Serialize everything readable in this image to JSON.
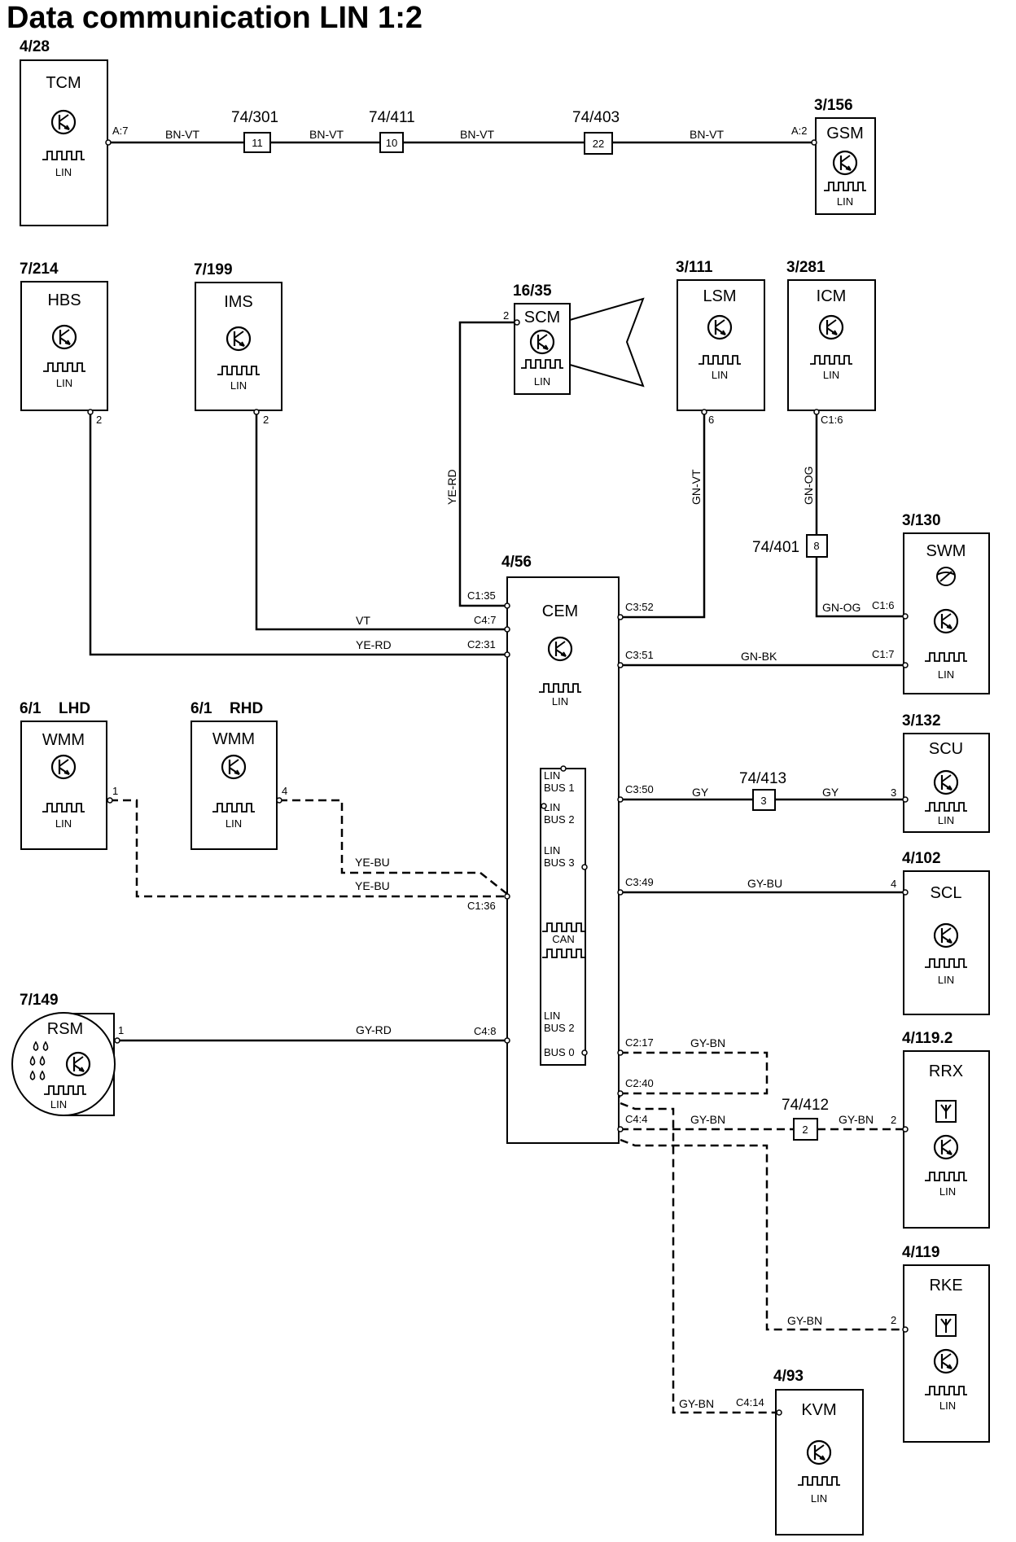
{
  "title": "Data communication LIN 1:2",
  "icons": {
    "ecu": "transistor-symbol-icon",
    "signal": "pulse-train-icon",
    "antenna": "antenna-icon",
    "steering": "steering-wheel-icon",
    "rain": "rain-drops-icon",
    "horn": "horn-icon"
  },
  "modules": {
    "tcm": {
      "ref": "4/28",
      "name": "TCM",
      "sig": "LIN",
      "pin": "A:7"
    },
    "gsm": {
      "ref": "3/156",
      "name": "GSM",
      "sig": "LIN",
      "pin": "A:2"
    },
    "hbs": {
      "ref": "7/214",
      "name": "HBS",
      "sig": "LIN",
      "pin": "2"
    },
    "ims": {
      "ref": "7/199",
      "name": "IMS",
      "sig": "LIN",
      "pin": "2"
    },
    "scm": {
      "ref": "16/35",
      "name": "SCM",
      "sig": "LIN",
      "pin": "2"
    },
    "lsm": {
      "ref": "3/111",
      "name": "LSM",
      "sig": "LIN",
      "pin": "6"
    },
    "icm": {
      "ref": "3/281",
      "name": "ICM",
      "sig": "LIN",
      "pin": "C1:6"
    },
    "swm": {
      "ref": "3/130",
      "name": "SWM",
      "sig": "LIN",
      "pin1": "C1:6",
      "pin2": "C1:7"
    },
    "cem": {
      "ref": "4/56",
      "name": "CEM",
      "sig": "LIN"
    },
    "wmm_lhd": {
      "ref": "6/1",
      "side": "LHD",
      "name": "WMM",
      "sig": "LIN",
      "pin": "1"
    },
    "wmm_rhd": {
      "ref": "6/1",
      "side": "RHD",
      "name": "WMM",
      "sig": "LIN",
      "pin": "4"
    },
    "scu": {
      "ref": "3/132",
      "name": "SCU",
      "sig": "LIN",
      "pin": "3"
    },
    "scl": {
      "ref": "4/102",
      "name": "SCL",
      "sig": "LIN",
      "pin": "4"
    },
    "rsm": {
      "ref": "7/149",
      "name": "RSM",
      "sig": "LIN",
      "pin": "1"
    },
    "rrx": {
      "ref": "4/119.2",
      "name": "RRX",
      "sig": "LIN",
      "pin": "2"
    },
    "rke": {
      "ref": "4/119",
      "name": "RKE",
      "sig": "LIN",
      "pin": "2"
    },
    "kvm": {
      "ref": "4/93",
      "name": "KVM",
      "sig": "LIN"
    }
  },
  "cem_bus": {
    "lin_bus1": [
      "LIN",
      "BUS 1"
    ],
    "lin_bus2": [
      "LIN",
      "BUS 2"
    ],
    "lin_bus3": [
      "LIN",
      "BUS 3"
    ],
    "can": "CAN",
    "lin_bus2b": [
      "LIN",
      "BUS 2"
    ],
    "bus0": "BUS 0"
  },
  "cem_pins": {
    "c1_35": "C1:35",
    "c4_7": "C4:7",
    "c2_31": "C2:31",
    "c1_36": "C1:36",
    "c4_8": "C4:8",
    "c3_52": "C3:52",
    "c3_51": "C3:51",
    "c3_50": "C3:50",
    "c3_49": "C3:49",
    "c2_17": "C2:17",
    "c2_40": "C2:40",
    "c4_4": "C4:4",
    "c4_14": "C4:14"
  },
  "splices": {
    "s74_301": {
      "ref": "74/301",
      "num": "11"
    },
    "s74_411": {
      "ref": "74/411",
      "num": "10"
    },
    "s74_403": {
      "ref": "74/403",
      "num": "22"
    },
    "s74_401": {
      "ref": "74/401",
      "num": "8"
    },
    "s74_413": {
      "ref": "74/413",
      "num": "3"
    },
    "s74_412": {
      "ref": "74/412",
      "num": "2"
    }
  },
  "wires": {
    "bn_vt": "BN-VT",
    "ye_rd": "YE-RD",
    "vt": "VT",
    "gn_vt": "GN-VT",
    "gn_og": "GN-OG",
    "gn_bk": "GN-BK",
    "ye_bu": "YE-BU",
    "gy": "GY",
    "gy_bu": "GY-BU",
    "gy_rd": "GY-RD",
    "gy_bn": "GY-BN"
  }
}
